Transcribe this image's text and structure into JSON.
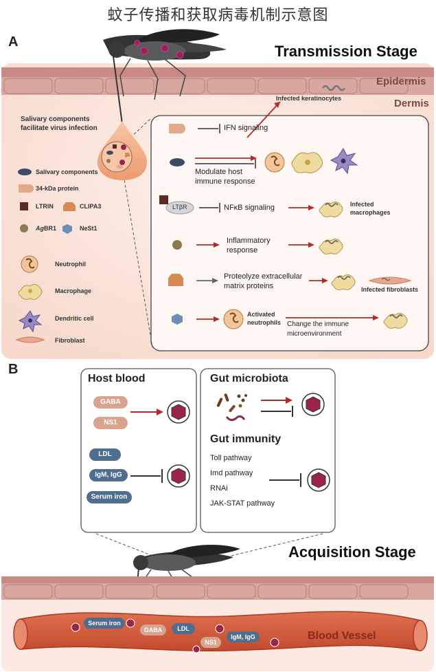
{
  "title": "蚊子传播和获取病毒机制示意图",
  "panelA": {
    "letter": "A",
    "stage": "Transmission Stage",
    "epidermis": "Epidermis",
    "dermis": "Dermis",
    "salivary_note_line1": "Salivary components",
    "salivary_note_line2": "facilitate virus infection",
    "legend": {
      "salivary": "Salivary components",
      "p34kda": "34-kDa protein",
      "ltrin": "LTRIN",
      "clipa3": "CLIPA3",
      "agbr1_prefix": "Ag",
      "agbr1_suffix": "BR1",
      "nest1": "NeSt1",
      "neutrophil": "Neutrophil",
      "macrophage": "Macrophage",
      "dendritic": "Dendritic cell",
      "fibroblast": "Fibroblast"
    },
    "mechanisms": {
      "ifn": "IFN signaling",
      "infected_keratinocytes": "Infected keratinocytes",
      "modulate_line1": "Modulate host",
      "modulate_line2": "immune response",
      "ltbr": "LTβR",
      "nfkb": "NFκB signaling",
      "infected_macrophages_line1": "Infected",
      "infected_macrophages_line2": "macrophages",
      "inflammatory_line1": "Inflammatory",
      "inflammatory_line2": "response",
      "proteolyze_line1": "Proteolyze extracellular",
      "proteolyze_line2": "matrix proteins",
      "infected_fibroblasts": "Infected fibroblasts",
      "activated_line1": "Activated",
      "activated_line2": "neutrophils",
      "change_line1": "Change the immune",
      "change_line2": "microenvironment"
    }
  },
  "panelB": {
    "letter": "B",
    "host_blood": "Host blood",
    "gaba": "GABA",
    "ns1": "NS1",
    "ldl": "LDL",
    "igm_igg": "IgM, IgG",
    "serum_iron": "Serum iron",
    "gut_microbiota": "Gut microbiota",
    "gut_immunity": "Gut immunity",
    "toll": "Toll pathway",
    "imd": "Imd pathway",
    "rnai": "RNAi",
    "jakstat": "JAK-STAT pathway",
    "stage": "Acquisition Stage",
    "blood_vessel": "Blood Vessel",
    "vessel_serum_iron": "Serum iron",
    "vessel_gaba": "GABA",
    "vessel_ldl": "LDL",
    "vessel_ns1": "NS1",
    "vessel_igm_igg": "IgM, IgG"
  },
  "colors": {
    "skin_top": "#c98a86",
    "skin_band": "#d9a6a0",
    "dermis_bg": "#fbe9e2",
    "arrow_red": "#b32a2a",
    "inhibit": "#333333",
    "virus": "#9c2446",
    "salivary_blue": "#3d4a66",
    "protein_34k": "#e3a98a",
    "ltrin": "#5a2b20",
    "clipa3": "#d98a52",
    "agbr1": "#8a7a50",
    "nest1": "#6d8fb3",
    "vessel": "#d55b3a"
  }
}
